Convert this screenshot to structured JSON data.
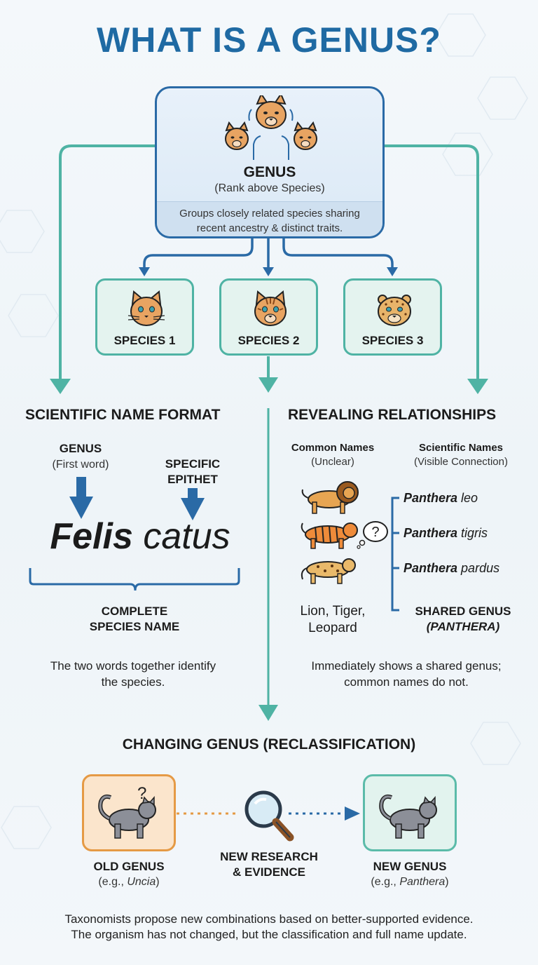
{
  "title": "WHAT IS A GENUS?",
  "genus": {
    "label": "GENUS",
    "sub": "(Rank above Species)",
    "desc_line1": "Groups closely related species sharing",
    "desc_line2": "recent ancestry & distinct traits."
  },
  "species": [
    {
      "label": "SPECIES 1"
    },
    {
      "label": "SPECIES 2"
    },
    {
      "label": "SPECIES 3"
    }
  ],
  "format": {
    "title": "SCIENTIFIC NAME FORMAT",
    "genus_label": "GENUS",
    "genus_sub": "(First word)",
    "epithet_line1": "SPECIFIC",
    "epithet_line2": "EPITHET",
    "genus_word": "Felis",
    "epithet_word": "catus",
    "complete_line1": "COMPLETE",
    "complete_line2": "SPECIES NAME",
    "note_line1": "The two words together identify",
    "note_line2": "the species."
  },
  "relationships": {
    "title": "REVEALING RELATIONSHIPS",
    "common_header": "Common Names",
    "common_sub": "(Unclear)",
    "sci_header": "Scientific Names",
    "sci_sub": "(Visible Connection)",
    "names": [
      {
        "genus": "Panthera",
        "epithet": "leo"
      },
      {
        "genus": "Panthera",
        "epithet": "tigris"
      },
      {
        "genus": "Panthera",
        "epithet": "pardus"
      }
    ],
    "common_line1": "Lion, Tiger,",
    "common_line2": "Leopard",
    "shared_line1": "SHARED GENUS",
    "shared_line2": "(PANTHERA)",
    "note_line1": "Immediately shows a shared genus;",
    "note_line2": "common names do not.",
    "question_mark": "?"
  },
  "reclass": {
    "title": "CHANGING GENUS (RECLASSIFICATION)",
    "old_label": "OLD GENUS",
    "old_prefix": "(e.g., ",
    "old_example": "Uncia",
    "old_suffix": ")",
    "research_line1": "NEW RESEARCH",
    "research_line2": "& EVIDENCE",
    "new_label": "NEW GENUS",
    "new_prefix": "(e.g., ",
    "new_example": "Panthera",
    "new_suffix": ")",
    "question_mark": "?"
  },
  "footer": {
    "line1": "Taxonomists propose new combinations based on better-supported evidence.",
    "line2": "The organism has not changed, but the classification and full name update."
  },
  "colors": {
    "title_blue": "#1f6aa3",
    "genus_border": "#2a6aa6",
    "teal": "#4fb3a4",
    "arrow_blue": "#2a6aa6",
    "orange": "#e59a45",
    "cat_orange": "#e8a462"
  },
  "icons": [
    "cat-face-icon",
    "lion-icon",
    "tiger-icon",
    "leopard-icon",
    "magnifier-icon",
    "snow-leopard-icon",
    "question-bubble-icon"
  ]
}
